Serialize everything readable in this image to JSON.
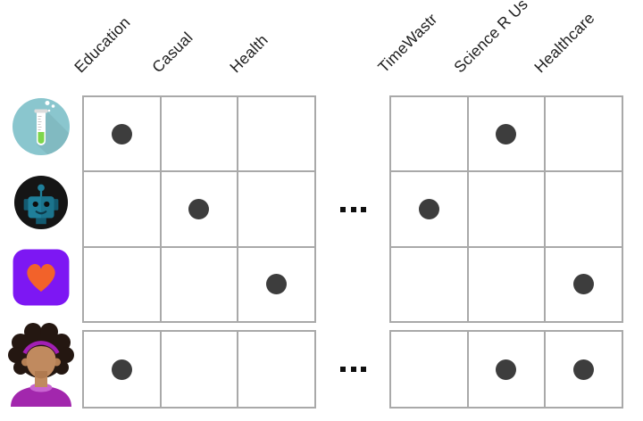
{
  "columns": {
    "left": [
      "Education",
      "Casual",
      "Health"
    ],
    "right": [
      "TimeWastr",
      "Science R Us",
      "Healthcare"
    ]
  },
  "rows": [
    {
      "icon": "test-tube-icon",
      "marks": {
        "left": [
          1,
          0,
          0
        ],
        "right": [
          0,
          1,
          0
        ]
      }
    },
    {
      "icon": "robot-icon",
      "marks": {
        "left": [
          0,
          1,
          0
        ],
        "right": [
          1,
          0,
          0
        ]
      }
    },
    {
      "icon": "heart-app-icon",
      "marks": {
        "left": [
          0,
          0,
          1
        ],
        "right": [
          0,
          0,
          1
        ]
      }
    },
    {
      "icon": "woman-user-icon",
      "marks": {
        "left": [
          1,
          0,
          0
        ],
        "right": [
          0,
          1,
          1
        ]
      }
    }
  ],
  "ellipsis": {
    "glyph": "...",
    "rows": [
      2,
      4
    ]
  },
  "colors": {
    "grid_line": "#a9a9a9",
    "dot": "#3d3d3d",
    "ellipsis": "#0f0f0f",
    "label_text": "#1e1e1e",
    "test_tube_circle": "#8ac6ce",
    "test_tube_liquid": "#7ed64b",
    "robot_circle": "#151515",
    "robot_head": "#1f7f9a",
    "heart_app_bg": "#7d17f3",
    "heart_app_heart": "#f2622a",
    "avatar_hair": "#241711",
    "avatar_skin": "#c08a5f",
    "avatar_headband": "#a21fb5",
    "avatar_shirt": "#a227ad"
  }
}
